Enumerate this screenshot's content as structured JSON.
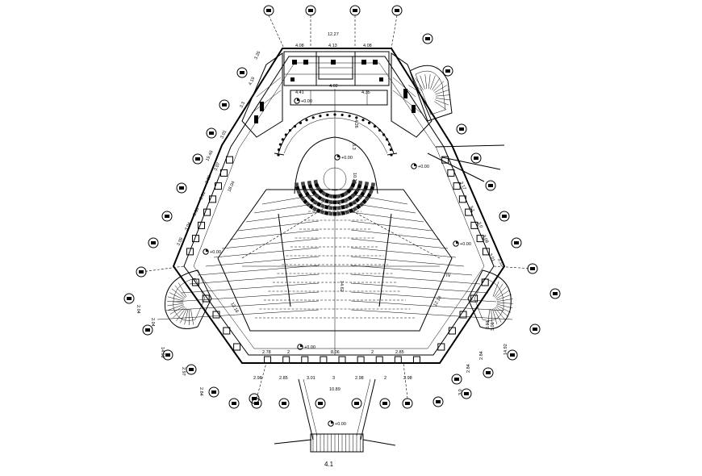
{
  "drawing": {
    "caption": "4.1",
    "elevation_marks": [
      "+0.00",
      "+0.00",
      "+0.00",
      "+0.00",
      "+0.00",
      "+0.00",
      "+0.00"
    ],
    "dims_top": [
      "12.27",
      "4.08",
      "4.13",
      "4.08",
      "4.41",
      "4.02",
      "4.35"
    ],
    "dims_bottom": [
      "2.78",
      "2",
      "8.06",
      "2",
      "2.85",
      "2.98",
      "2.85",
      "3.01",
      "3",
      "2.98",
      "2",
      "2.98",
      "10.89"
    ],
    "dims_left": [
      "19.46",
      "3.01",
      "3.07",
      "3.08",
      "3.01",
      "3.06",
      "3.04",
      "3.09",
      "2.04",
      "2.04",
      "14.92",
      "2.97",
      "2.84",
      "3.26",
      "4.19",
      "3.3",
      "18.04",
      "12.18"
    ],
    "dims_right": [
      "3.17",
      "3.1",
      "3.0",
      "3.08",
      "3.01",
      "3.12",
      "2.84",
      "3.01",
      "2.84",
      "14.92",
      "3.01",
      "12.18",
      "3.3",
      "10.23",
      "4.26",
      "14.62",
      "3.0"
    ],
    "label_iv": "IV"
  }
}
